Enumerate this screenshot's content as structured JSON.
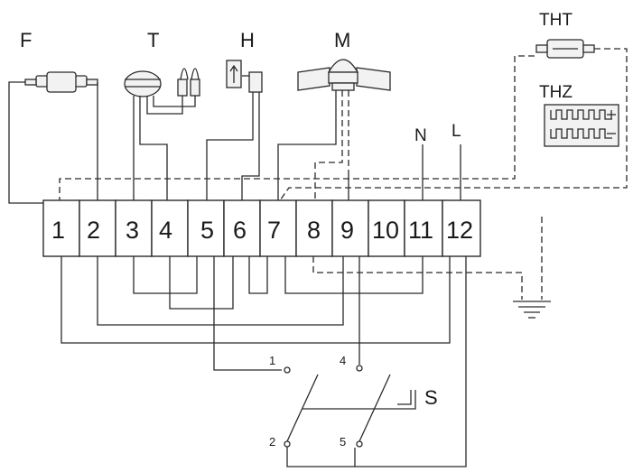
{
  "components": {
    "F": "F",
    "T": "T",
    "H": "H",
    "M": "M",
    "THT": "THT",
    "THZ": "THZ",
    "N": "N",
    "L": "L",
    "S": "S"
  },
  "terminals": [
    "1",
    "2",
    "3",
    "4",
    "5",
    "6",
    "7",
    "8",
    "9",
    "10",
    "11",
    "12"
  ],
  "switch_contacts": [
    "1",
    "4",
    "2",
    "5"
  ]
}
